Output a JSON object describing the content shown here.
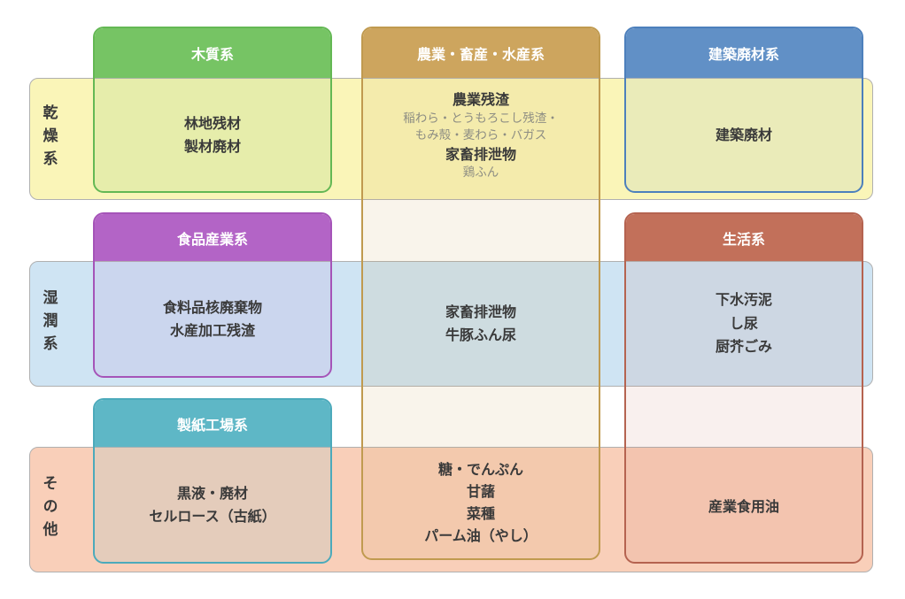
{
  "rows": [
    {
      "label": "乾燥系",
      "band_color": "#faf5b8"
    },
    {
      "label": "湿潤系",
      "band_color": "#cfe4f3"
    },
    {
      "label": "その他",
      "band_color": "#f9cfb9"
    }
  ],
  "columns": [
    {
      "header": "木質系",
      "color": "#76c464"
    },
    {
      "header": "農業・畜産・水産系",
      "color": "#cda55e"
    },
    {
      "header": "建築廃材系",
      "color": "#6190c6"
    },
    {
      "header": "食品産業系",
      "color": "#b364c6"
    },
    {
      "header": "生活系",
      "color": "#c2705a"
    },
    {
      "header": "製紙工場系",
      "color": "#5eb7c6"
    }
  ],
  "cells": {
    "wood_dry": [
      "林地残材",
      "製材廃材"
    ],
    "agri_dry": {
      "item1": "農業残渣",
      "sub1a": "稲わら・とうもろこし残渣・",
      "sub1b": "もみ殻・麦わら・バガス",
      "item2": "家畜排泄物",
      "sub2": "鶏ふん"
    },
    "constr_dry": [
      "建築廃材"
    ],
    "food_wet": [
      "食料品核廃棄物",
      "水産加工残渣"
    ],
    "agri_wet": [
      "家畜排泄物",
      "牛豚ふん尿"
    ],
    "life_wet": [
      "下水汚泥",
      "し尿",
      "厨芥ごみ"
    ],
    "paper_other": [
      "黒液・廃材",
      "セルロース（古紙）"
    ],
    "agri_other": [
      "糖・でんぷん",
      "甘藷",
      "菜種",
      "パーム油（やし）"
    ],
    "life_other": [
      "産業食用油"
    ]
  }
}
